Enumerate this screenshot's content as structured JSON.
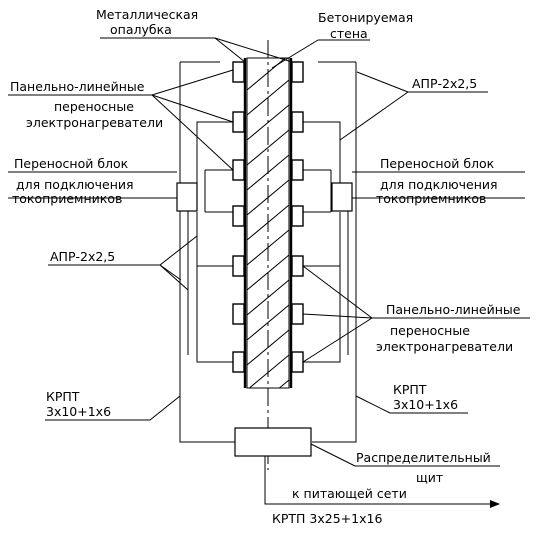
{
  "labels": {
    "formwork_1": "Металлическая",
    "formwork_2": "опалубка",
    "wall_1": "Бетонируемая",
    "wall_2": "стена",
    "heaters_left_1": "Панельно-линейные",
    "heaters_left_2": "переносные",
    "heaters_left_3": "электронагреватели",
    "wire_right": "АПР-2х2,5",
    "block_left_1": "Переносной блок",
    "block_left_2": "для подключения",
    "block_left_3": "токоприемников",
    "block_right_1": "Переносной блок",
    "block_right_2": "для подключения",
    "block_right_3": "токоприемников",
    "wire_left": "АПР-2х2,5",
    "heaters_right_1": "Панельно-линейные",
    "heaters_right_2": "переносные",
    "heaters_right_3": "электронагреватели",
    "cable_left_1": "КРПТ",
    "cable_left_2": "3х10+1х6",
    "cable_right_1": "КРПТ",
    "cable_right_2": "3х10+1х6",
    "board_1": "Распределительный",
    "board_2": "щит",
    "supply": "к питающей сети",
    "supply_cable": "КРТП 3х25+1х16"
  }
}
